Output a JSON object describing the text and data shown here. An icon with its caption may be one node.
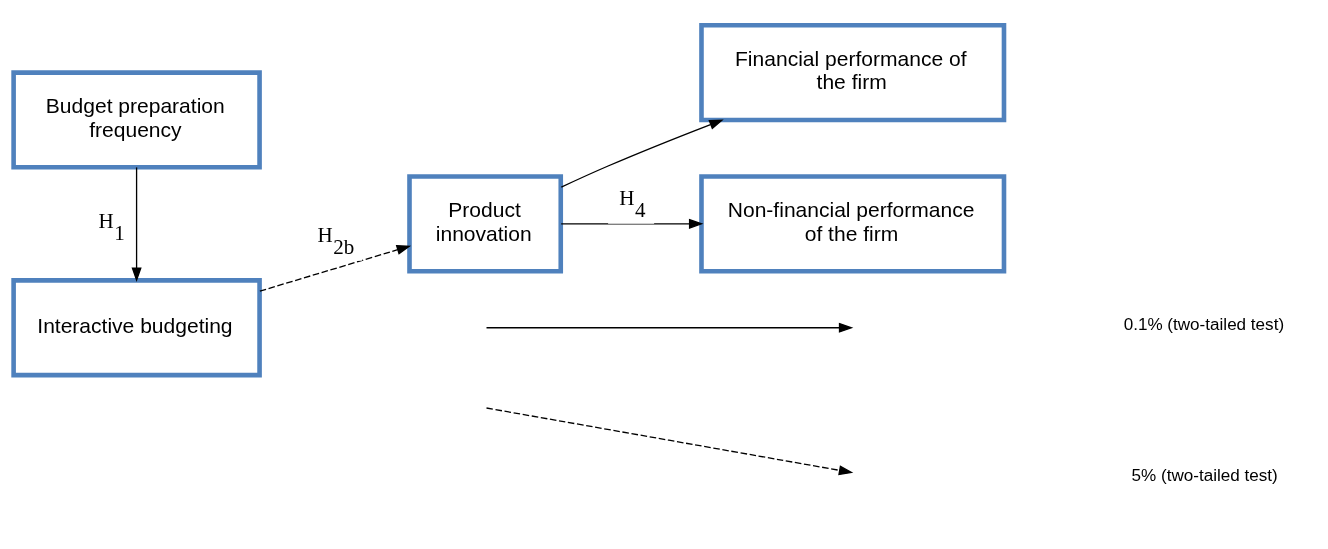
{
  "diagram": {
    "nodes": [
      {
        "text": [
          "Budget preparation frequency"
        ]
      },
      {
        "text": [
          "Interactive budgeting"
        ]
      },
      {
        "text": [
          "Product innovation"
        ]
      },
      {
        "text": [
          "Financial performance of the firm"
        ]
      },
      {
        "text": [
          "Non-financial performance of the firm"
        ]
      }
    ],
    "edges": [
      {
        "from": 0,
        "to": 1,
        "arrow": "to",
        "label": "H$_{1}$"
      },
      {
        "from": 1,
        "to": 2,
        "arrow": "to",
        "style": "dashed",
        "label": "H$_{2b}$"
      },
      {
        "from": 2,
        "to": 3,
        "arrow": "to"
      },
      {
        "from": 2,
        "to": 4,
        "arrow": "to",
        "label": "H$_{4}$"
      }
    ],
    "legend": [
      {
        "text": "0.1% (two-tailed test)"
      },
      {
        "text": "5% (two-tailed test)"
      }
    ]
  }
}
